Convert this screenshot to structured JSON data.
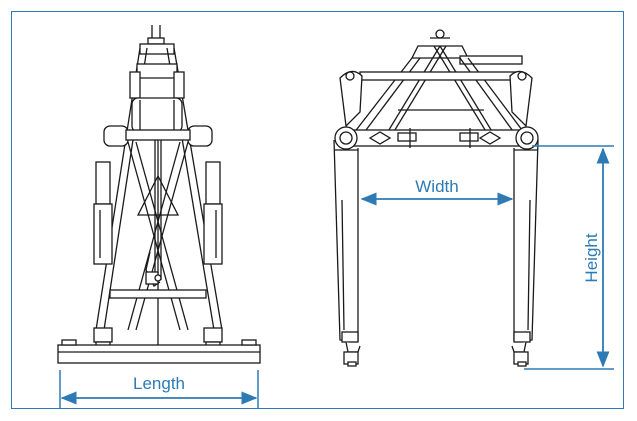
{
  "labels": {
    "length": "Length",
    "width": "Width",
    "height": "Height"
  },
  "colors": {
    "frame": "#2e7ab5",
    "dimension": "#2e7ab5",
    "drawing": "#1a1a1a"
  }
}
